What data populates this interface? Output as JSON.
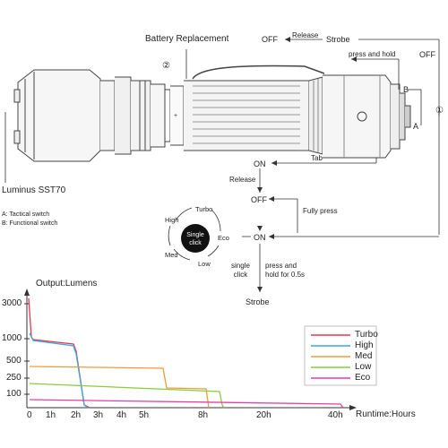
{
  "diagram": {
    "battery_replacement": "Battery Replacement",
    "circle_2": "②",
    "circle_1": "①",
    "off_top": "OFF",
    "release_top": "Release",
    "strobe_top": "Strobe",
    "press_and_hold": "press and hold",
    "off_right": "OFF",
    "label_b": "B",
    "label_a": "A",
    "on_top": "ON",
    "tab": "Tab",
    "release_mid": "Release",
    "off_mid": "OFF",
    "fully_press": "Fully press",
    "on_mid": "ON",
    "single_click_sub": "single\nclick",
    "press_hold_05": "press and\nhold for 0.5s",
    "strobe_bottom": "Strobe",
    "luminus": "Luminus SST70",
    "legend_a": "A: Tactical switch",
    "legend_b": "B: Functional switch",
    "cycle": {
      "turbo": "Turbo",
      "high": "High",
      "eco": "Eco",
      "low": "Low",
      "med": "Med",
      "center": "Single\nclick"
    },
    "colors": {
      "line": "#333333",
      "button_fill": "#111111"
    }
  },
  "chart_data": {
    "type": "line",
    "ylabel": "Output:Lumens",
    "xlabel": "Runtime:Hours",
    "y_ticks": [
      "100",
      "250",
      "500",
      "1000",
      "3000"
    ],
    "x_ticks": [
      "0",
      "1h",
      "2h",
      "3h",
      "4h",
      "5h",
      "8h",
      "20h",
      "40h"
    ],
    "series": [
      {
        "name": "Turbo",
        "color": "#e8364d"
      },
      {
        "name": "High",
        "color": "#3aa7e0"
      },
      {
        "name": "Med",
        "color": "#f29a3a"
      },
      {
        "name": "Low",
        "color": "#8acb3f"
      },
      {
        "name": "Eco",
        "color": "#e33fa8"
      }
    ]
  }
}
